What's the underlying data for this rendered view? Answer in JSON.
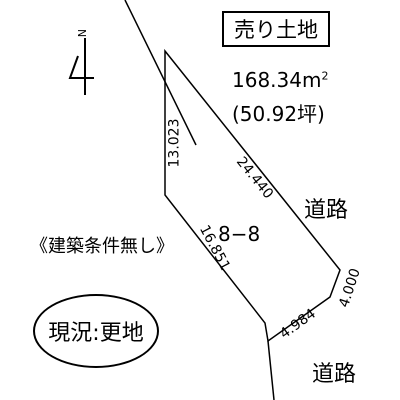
{
  "compass": {
    "label": "N",
    "icon": "north-arrow-icon"
  },
  "title_box": {
    "label": "売り土地"
  },
  "area": {
    "sqm": "168.34",
    "unit": "m",
    "unit_sup": "2",
    "tsubo": "(50.92坪)"
  },
  "roads": {
    "east": "道路",
    "south": "道路"
  },
  "lot": {
    "number": "8−8"
  },
  "note": {
    "text": "《建築条件無し》"
  },
  "status": {
    "text": "現況:更地"
  },
  "dimensions": {
    "west": "13.023",
    "northeast": "24.440",
    "southwest": "16.851",
    "south": "4.984",
    "southeast": "4.000"
  }
}
